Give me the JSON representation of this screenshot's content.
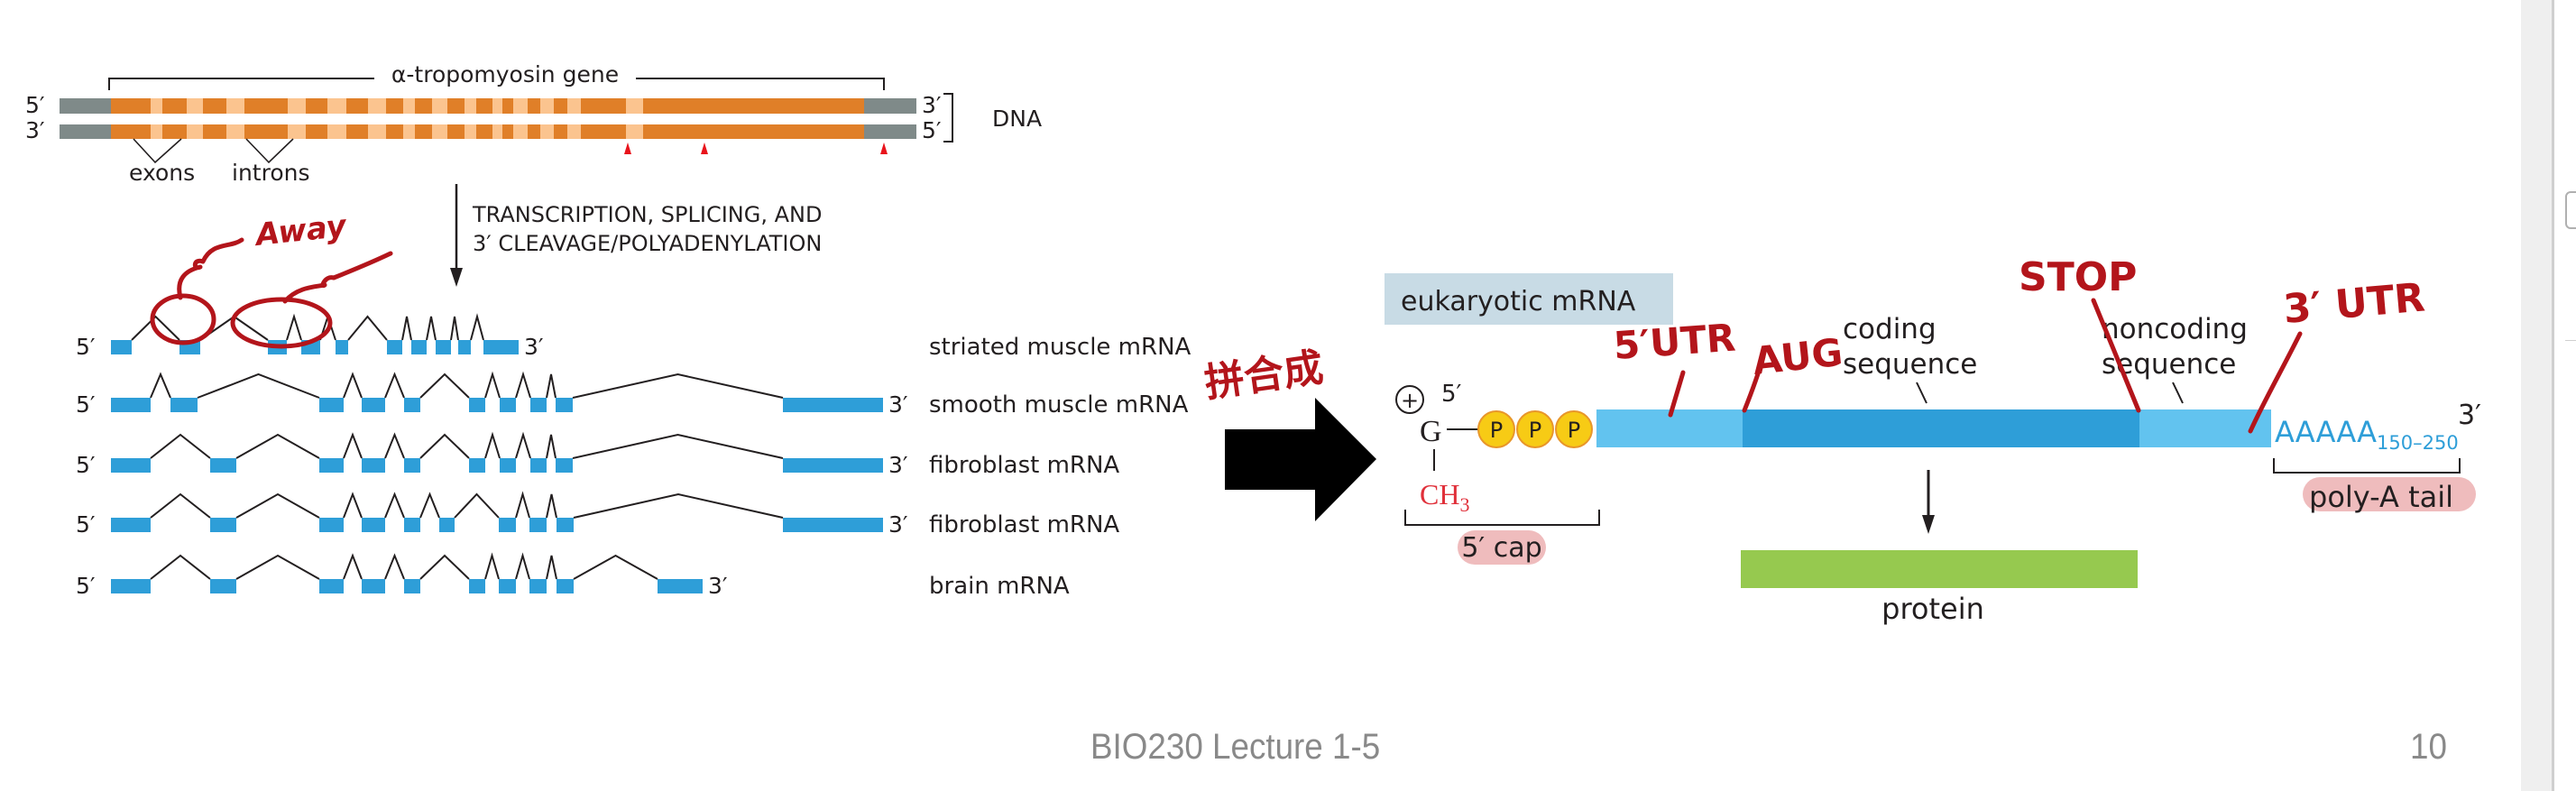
{
  "slide": {
    "footer_title": "BIO230 Lecture 1-5",
    "page_number": "10"
  },
  "gene_panel": {
    "gene_label": "α-tropomyosin gene",
    "dna_label": "DNA",
    "strand_top": {
      "left": "5′",
      "right": "3′"
    },
    "strand_bottom": {
      "left": "3′",
      "right": "5′"
    },
    "exons_label": "exons",
    "introns_label": "introns",
    "process_label_line1": "TRANSCRIPTION, SPLICING, AND",
    "process_label_line2": "3′ CLEAVAGE/POLYADENYLATION",
    "polyadenylation_site_count": 3,
    "mrnas": [
      {
        "label": "striated muscle mRNA",
        "five_prime": "5′",
        "three_prime": "3′"
      },
      {
        "label": "smooth muscle mRNA",
        "five_prime": "5′",
        "three_prime": "3′"
      },
      {
        "label": "fibroblast mRNA",
        "five_prime": "5′",
        "three_prime": "3′"
      },
      {
        "label": "fibroblast mRNA",
        "five_prime": "5′",
        "three_prime": "3′"
      },
      {
        "label": "brain mRNA",
        "five_prime": "5′",
        "three_prime": "3′"
      }
    ]
  },
  "mrna_panel": {
    "title": "eukaryotic mRNA",
    "cap_charge": "+",
    "cap_five_prime": "5′",
    "cap_g": "G",
    "phosphates": [
      "P",
      "P",
      "P"
    ],
    "methyl": "CH",
    "methyl_sub": "3",
    "five_cap_label": "5′ cap",
    "coding_label_line1": "coding",
    "coding_label_line2": "sequence",
    "noncoding_label_line1": "noncoding",
    "noncoding_label_line2": "sequence",
    "polya_text": "AAAAA",
    "polya_sub": "150–250",
    "three_prime": "3′",
    "polya_label": "poly-A tail",
    "protein_label": "protein"
  },
  "annotations": {
    "away": "Away",
    "spliced_into": "拼合成",
    "five_utr": "5′UTR",
    "aug": "AUG",
    "stop": "STOP",
    "three_utr": "3′ UTR"
  },
  "colors": {
    "exon_orange": "#e07f28",
    "intron_peach": "#fbc48f",
    "flank_gray": "#7f8a89",
    "mrna_exon_blue": "#2e9ed8",
    "utr_light_blue": "#62c3ef",
    "protein_green": "#96c94f",
    "phosphate_yellow": "#f7cb15",
    "ink_red": "#b3151b",
    "label_box": "#c8dbe5",
    "pink_highlight": "#efbcbd",
    "polya_blue": "#2e9ed8"
  }
}
